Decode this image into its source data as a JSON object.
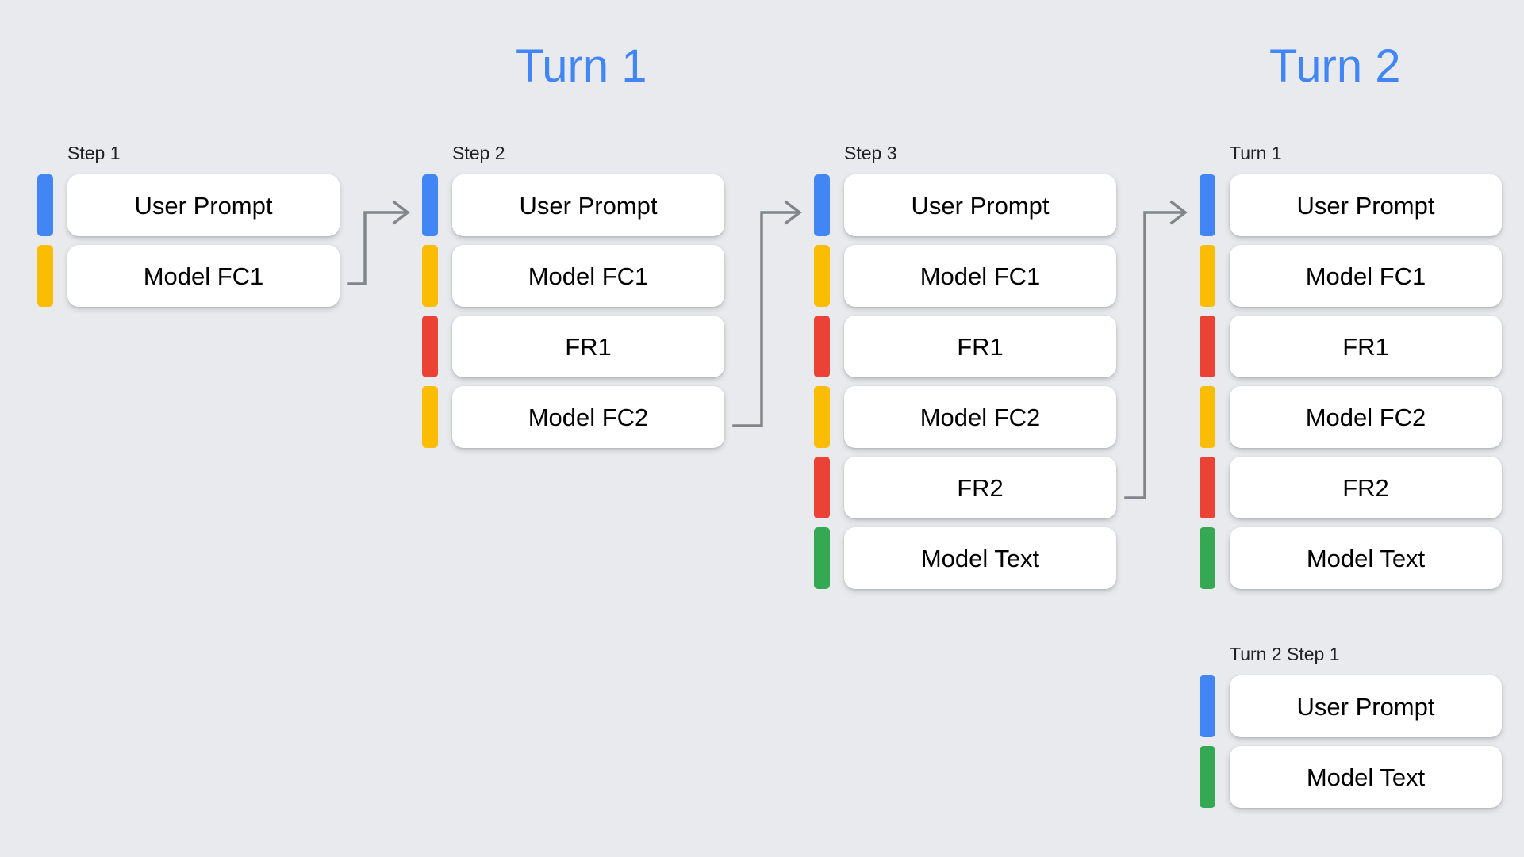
{
  "background_color": "#e8eaed",
  "palette": {
    "blue": "#4285f4",
    "yellow": "#fbbc04",
    "red": "#ea4335",
    "green": "#34a853",
    "connector": "#80868b",
    "card": "#ffffff",
    "text": "#000000"
  },
  "headings": [
    {
      "text": "Turn 1"
    },
    {
      "text": "Turn 2"
    }
  ],
  "columns": [
    {
      "label": "Step 1",
      "rows": [
        {
          "bar_color": "blue",
          "label": "User Prompt"
        },
        {
          "bar_color": "yellow",
          "label": "Model FC1"
        }
      ]
    },
    {
      "label": "Step 2",
      "rows": [
        {
          "bar_color": "blue",
          "label": "User Prompt"
        },
        {
          "bar_color": "yellow",
          "label": "Model FC1"
        },
        {
          "bar_color": "red",
          "label": "FR1"
        },
        {
          "bar_color": "yellow",
          "label": "Model FC2"
        }
      ]
    },
    {
      "label": "Step 3",
      "rows": [
        {
          "bar_color": "blue",
          "label": "User Prompt"
        },
        {
          "bar_color": "yellow",
          "label": "Model FC1"
        },
        {
          "bar_color": "red",
          "label": "FR1"
        },
        {
          "bar_color": "yellow",
          "label": "Model FC2"
        },
        {
          "bar_color": "red",
          "label": "FR2"
        },
        {
          "bar_color": "green",
          "label": "Model Text"
        }
      ]
    },
    {
      "label": "Turn 1",
      "rows": [
        {
          "bar_color": "blue",
          "label": "User Prompt"
        },
        {
          "bar_color": "yellow",
          "label": "Model FC1"
        },
        {
          "bar_color": "red",
          "label": "FR1"
        },
        {
          "bar_color": "yellow",
          "label": "Model FC2"
        },
        {
          "bar_color": "red",
          "label": "FR2"
        },
        {
          "bar_color": "green",
          "label": "Model Text"
        }
      ]
    },
    {
      "label": "Turn 2 Step 1",
      "rows": [
        {
          "bar_color": "blue",
          "label": "User Prompt"
        },
        {
          "bar_color": "green",
          "label": "Model Text"
        }
      ]
    }
  ],
  "connectors": [
    {
      "from": "step-1-model-fc1",
      "to": "step-2-user-prompt"
    },
    {
      "from": "step-2-model-fc2",
      "to": "step-3-user-prompt"
    },
    {
      "from": "step-3-fr2",
      "to": "turn2-turn1-user-prompt"
    }
  ]
}
